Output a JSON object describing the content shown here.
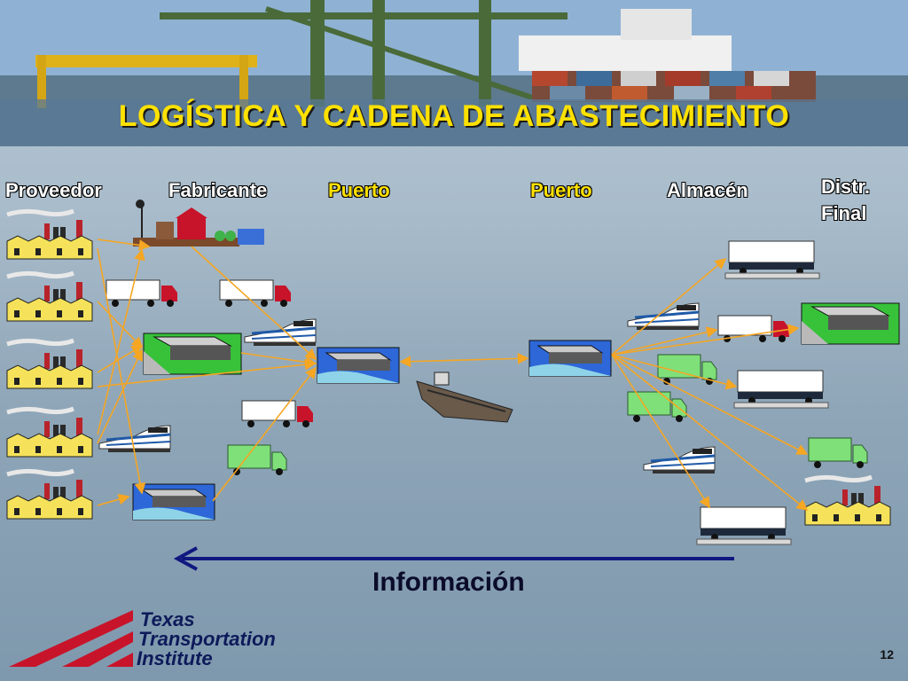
{
  "title": "LOGÍSTICA Y CADENA DE ABASTECIMIENTO",
  "columns": {
    "proveedor": "Proveedor",
    "fabricante": "Fabricante",
    "puerto1": "Puerto",
    "puerto2": "Puerto",
    "almacen": "Almacén",
    "distr_line1": "Distr.",
    "distr_line2": "Final"
  },
  "information_label": "Información",
  "logo": {
    "line1": "Texas",
    "line2": "Transportation",
    "line3": "Institute"
  },
  "page_number": "12",
  "colors": {
    "title": "#ffe100",
    "arrow": "#f5a623",
    "info_arrow": "#101880",
    "logo_red": "#c8102e"
  }
}
